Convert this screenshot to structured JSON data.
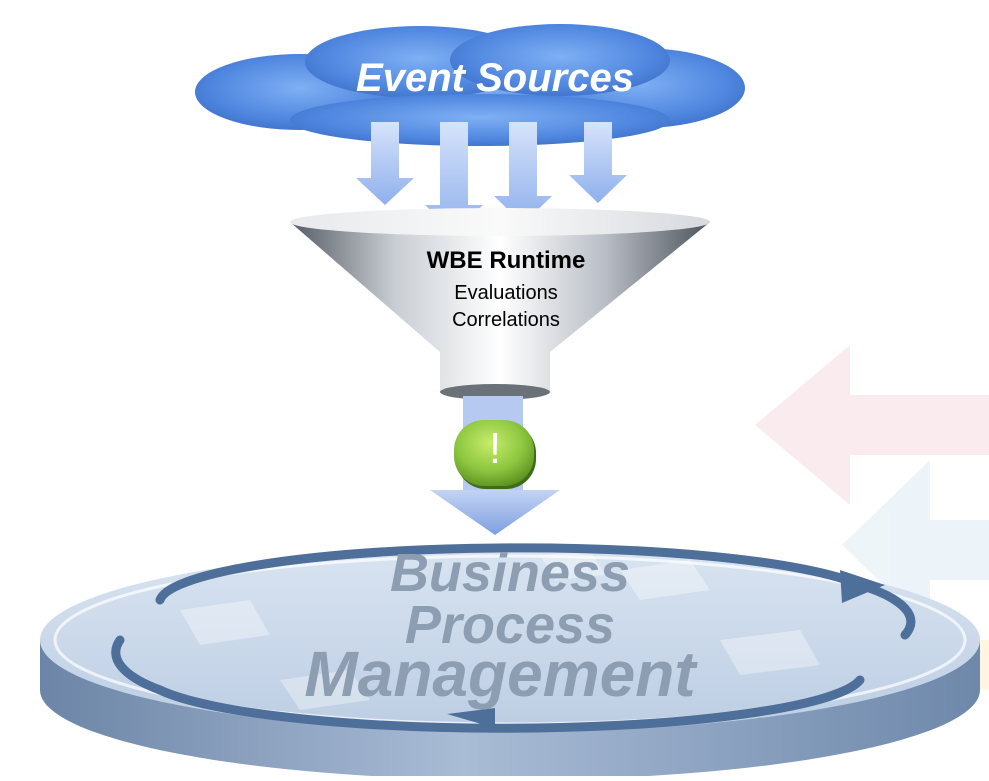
{
  "cloud": {
    "label": "Event Sources"
  },
  "funnel": {
    "title": "WBE Runtime",
    "lines": [
      "Evaluations",
      "Correlations"
    ]
  },
  "alert": {
    "mark": "!"
  },
  "platform": {
    "lines": [
      "Business",
      "Process",
      "Management"
    ]
  },
  "colors": {
    "cloud": "#5b8fe0",
    "arrows": "#9db8ee",
    "alert": "#8cc63f",
    "platform": "#c7d6ea",
    "platform_text": "#8d9eb2",
    "cycle_arrow": "#4e6f99"
  }
}
